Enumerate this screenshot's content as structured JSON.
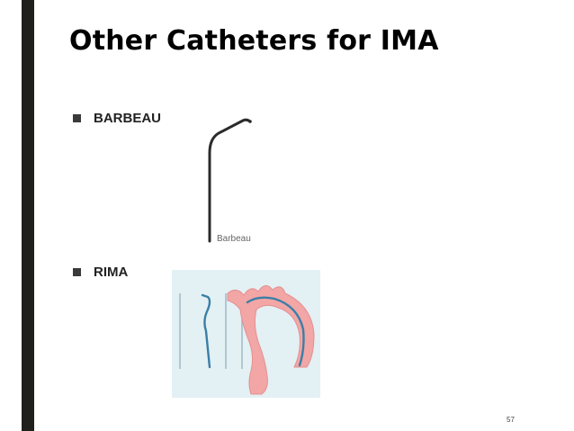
{
  "slide": {
    "title": "Other Catheters for IMA",
    "page_number": "57"
  },
  "bullets": [
    {
      "label": "BARBEAU",
      "icon": "square-bullet-icon"
    },
    {
      "label": "RIMA",
      "icon": "square-bullet-icon"
    }
  ],
  "figures": {
    "barbeau": {
      "caption": "Barbeau"
    }
  },
  "colors": {
    "left_bar": "#1f1f1c",
    "catheter": "#2b2b2b",
    "rima_panel": "#e3f0f4",
    "aorta": "#f2a6a6",
    "rima_catheter": "#3a7fa6"
  }
}
